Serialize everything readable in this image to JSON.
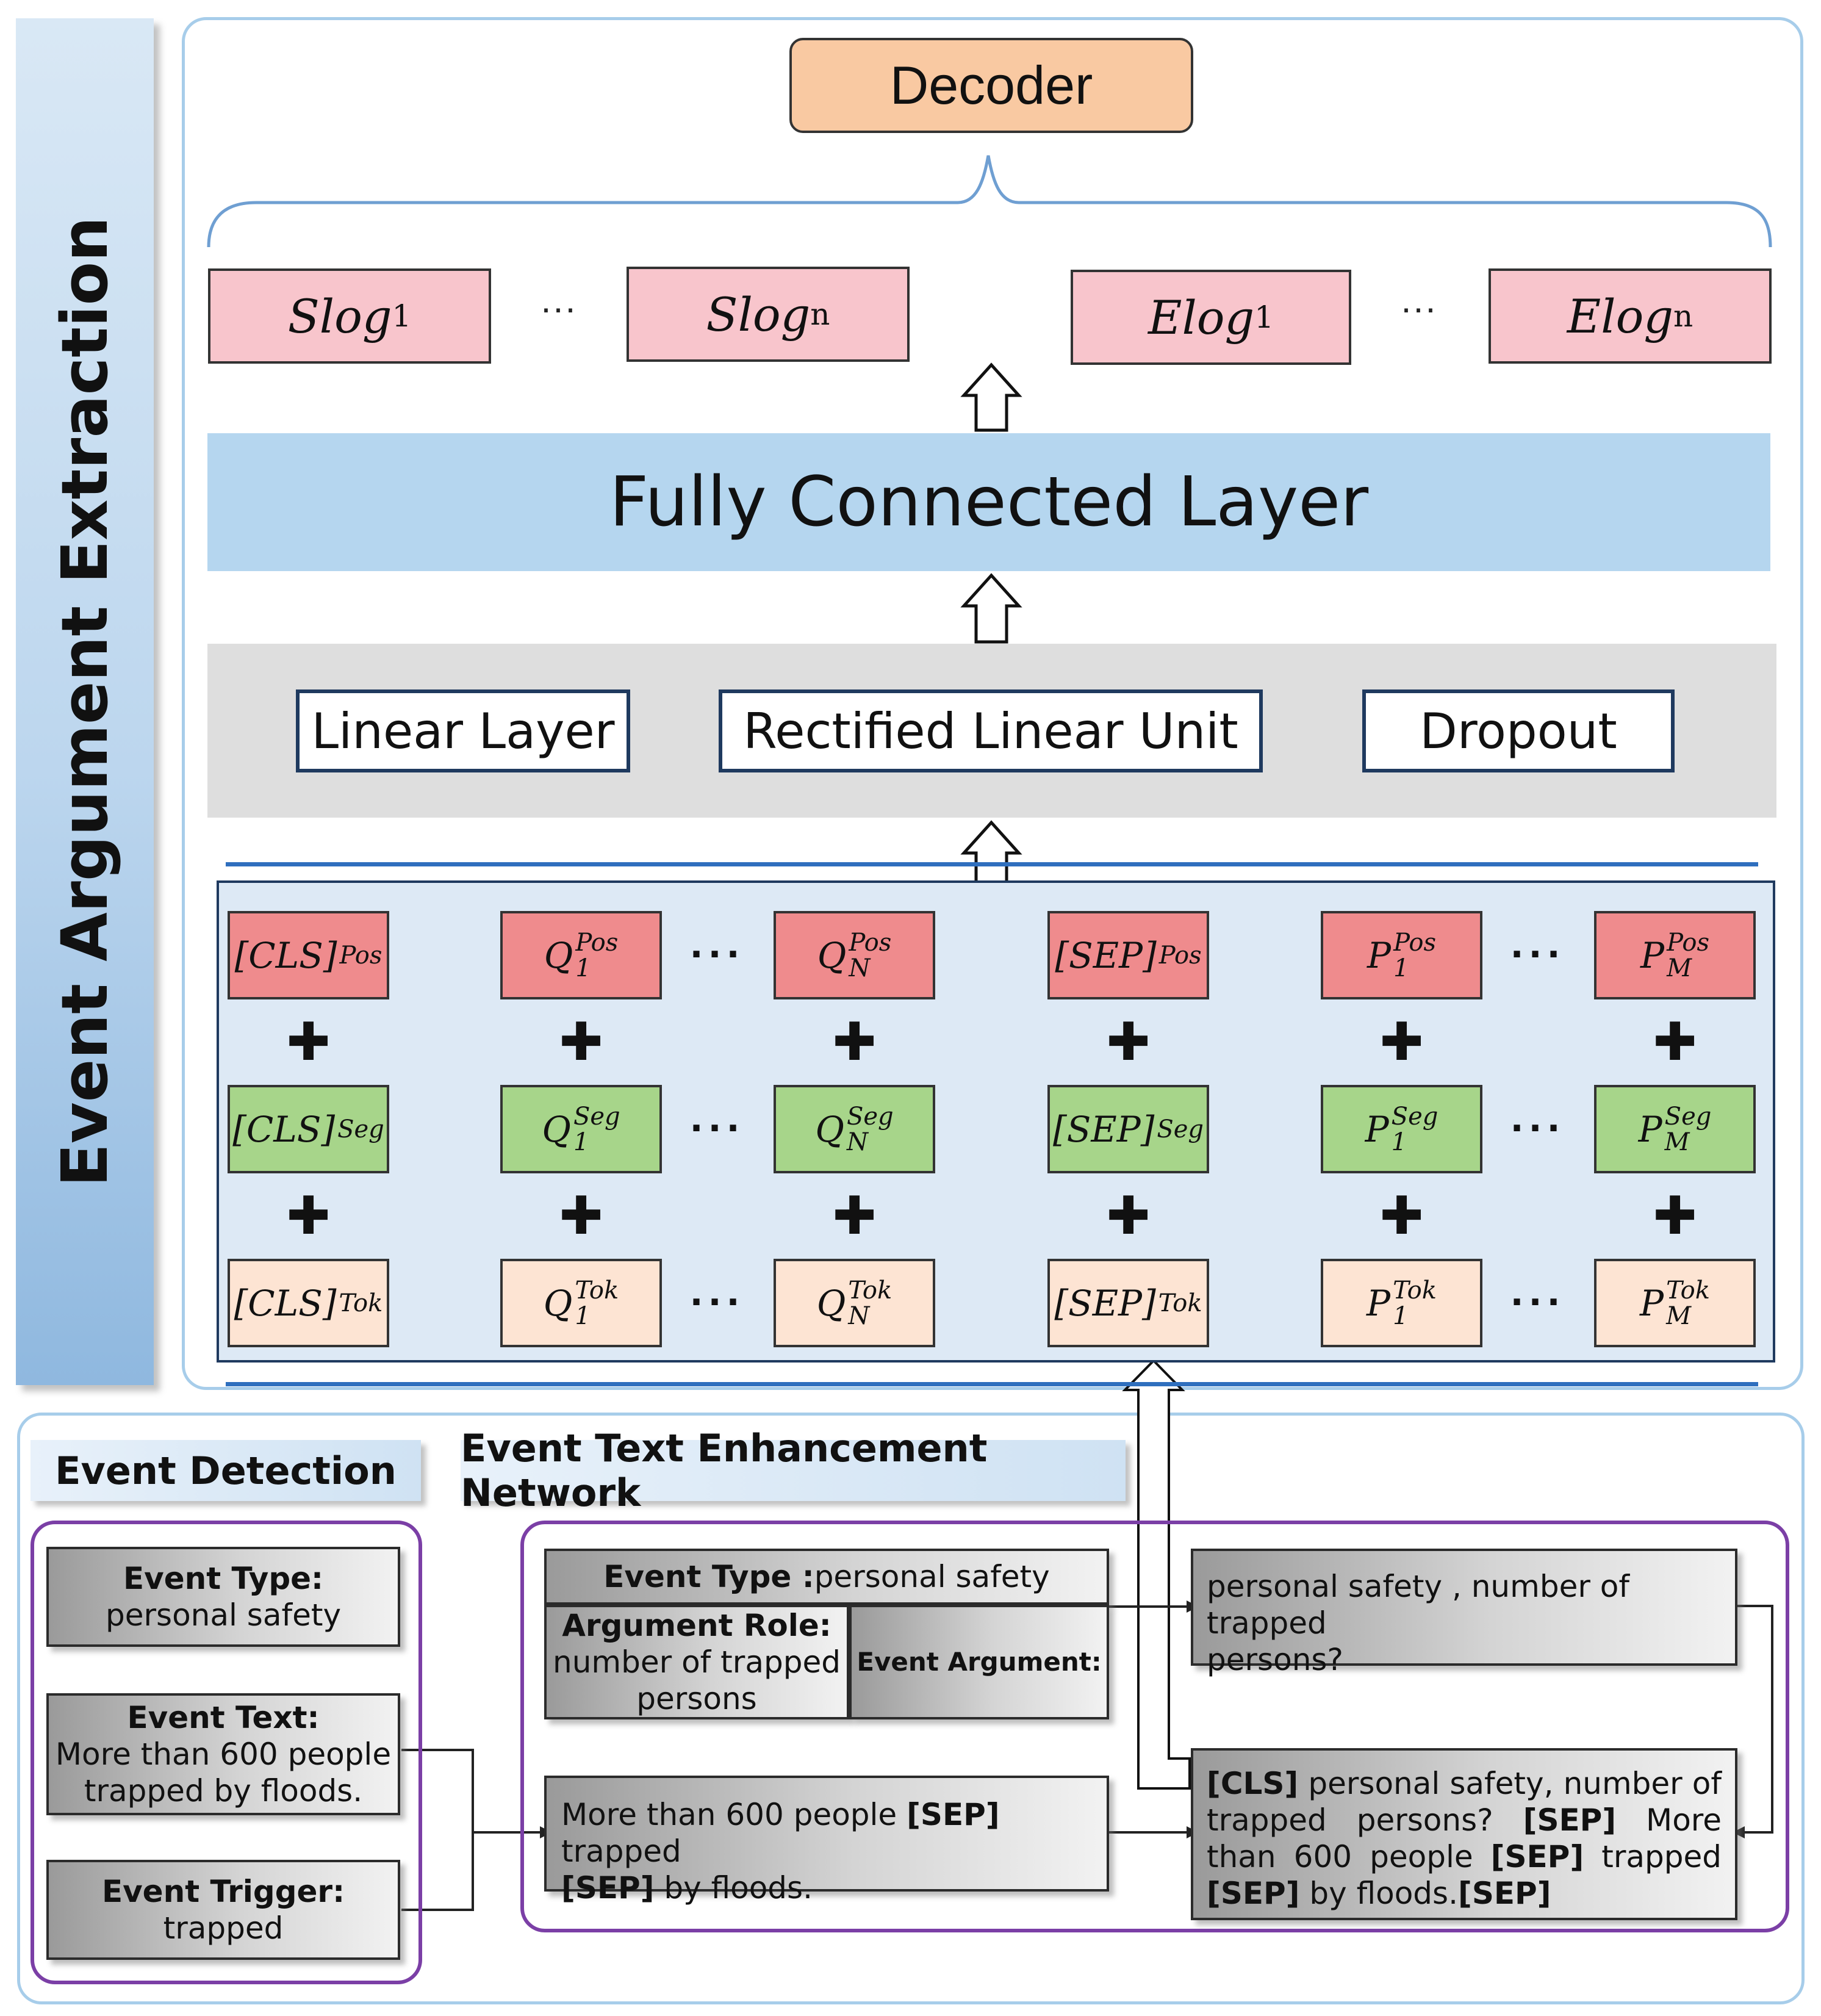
{
  "sidebar": {
    "title": "Event Argument Extraction"
  },
  "decoder": {
    "label": "Decoder"
  },
  "logits": {
    "slog1": {
      "base": "Slog",
      "sub": "1"
    },
    "slogn": {
      "base": "Slog",
      "sub": "n"
    },
    "elog1": {
      "base": "Elog",
      "sub": "1"
    },
    "elogn": {
      "base": "Elog",
      "sub": "n"
    },
    "ellipsis": "···"
  },
  "fully_connected": {
    "label": "Fully Connected Layer"
  },
  "layers": {
    "linear": "Linear Layer",
    "relu": "Rectified Linear Unit",
    "dropout": "Dropout"
  },
  "embeddings": {
    "plus": "✚",
    "dots": "···",
    "columns": [
      {
        "base": "[CLS]",
        "sub": ""
      },
      {
        "base": "Q",
        "sub": "1"
      },
      {
        "base": "Q",
        "sub": "N"
      },
      {
        "base": "[SEP]",
        "sub": ""
      },
      {
        "base": "P",
        "sub": "1"
      },
      {
        "base": "P",
        "sub": "M"
      }
    ],
    "rows": [
      {
        "sup": "Pos",
        "color": "#ef8b8d"
      },
      {
        "sup": "Seg",
        "color": "#a7d58a"
      },
      {
        "sup": "Tok",
        "color": "#fde4d3"
      }
    ]
  },
  "event_detection": {
    "title": "Event Detection",
    "type_label": "Event Type:",
    "type_value": "personal safety",
    "text_label": "Event Text:",
    "text_value_1": "More than 600 people",
    "text_value_2": "trapped by floods.",
    "trigger_label": "Event Trigger:",
    "trigger_value": "trapped"
  },
  "enhancement": {
    "title": "Event Text Enhancement Network",
    "type_label": "Event Type :",
    "type_value": " personal safety",
    "role_label": "Argument Role:",
    "role_value_1": "number of trapped",
    "role_value_2": "persons",
    "argument_label": "Event Argument:",
    "marked_text": {
      "p1": "More than 600 people ",
      "sep1": "[SEP]",
      "p2": " trapped",
      "sep2": "[SEP]",
      "p3": " by floods."
    },
    "question_1": "personal safety , number of trapped",
    "question_2": "persons?",
    "combined": {
      "cls": "[CLS]",
      "t1": " personal safety, number of trapped persons? ",
      "sep1": "[SEP]",
      "t2": " More than 600 people ",
      "sep2": "[SEP]",
      "t3": " trapped ",
      "sep3": "[SEP]",
      "t4": " by floods.",
      "sep4": "[SEP]"
    }
  }
}
